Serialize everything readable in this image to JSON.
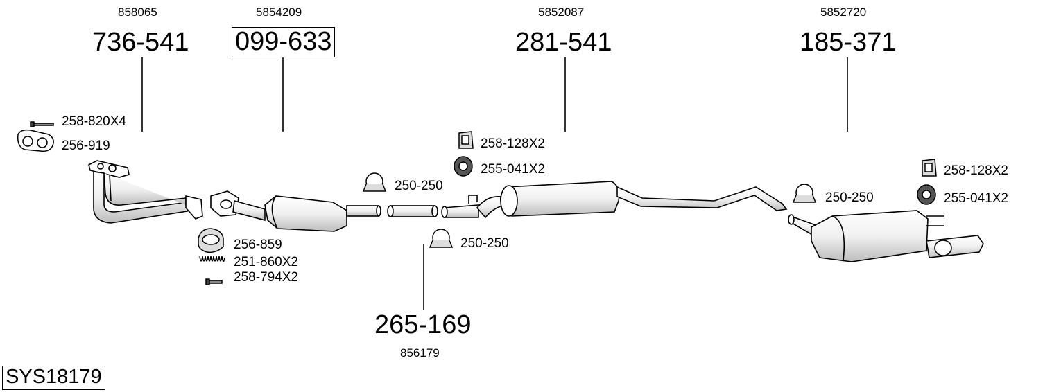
{
  "system": {
    "code": "SYS18179"
  },
  "parts": [
    {
      "number": "736-541",
      "oe": "858065"
    },
    {
      "number": "099-633",
      "oe": "5854209",
      "boxed": true
    },
    {
      "number": "281-541",
      "oe": "5852087"
    },
    {
      "number": "185-371",
      "oe": "5852720"
    },
    {
      "number": "265-169",
      "oe": "856179"
    }
  ],
  "accessories": [
    {
      "label": "258-820X4",
      "icon": "bolt-icon"
    },
    {
      "label": "256-919",
      "icon": "gasket-icon"
    },
    {
      "label": "256-859",
      "icon": "seal-ring-icon"
    },
    {
      "label": "251-860X2",
      "icon": "spring-icon"
    },
    {
      "label": "258-794X2",
      "icon": "bolt-icon"
    },
    {
      "label": "250-250",
      "icon": "clamp-icon"
    },
    {
      "label": "250-250",
      "icon": "clamp-icon"
    },
    {
      "label": "258-128X2",
      "icon": "hanger-bracket-icon"
    },
    {
      "label": "255-041X2",
      "icon": "rubber-mount-icon"
    },
    {
      "label": "250-250",
      "icon": "clamp-icon"
    },
    {
      "label": "258-128X2",
      "icon": "hanger-bracket-icon"
    },
    {
      "label": "255-041X2",
      "icon": "rubber-mount-icon"
    }
  ],
  "colors": {
    "line": "#000000",
    "fill": "#ffffff",
    "shade": "#d8d8d8"
  }
}
